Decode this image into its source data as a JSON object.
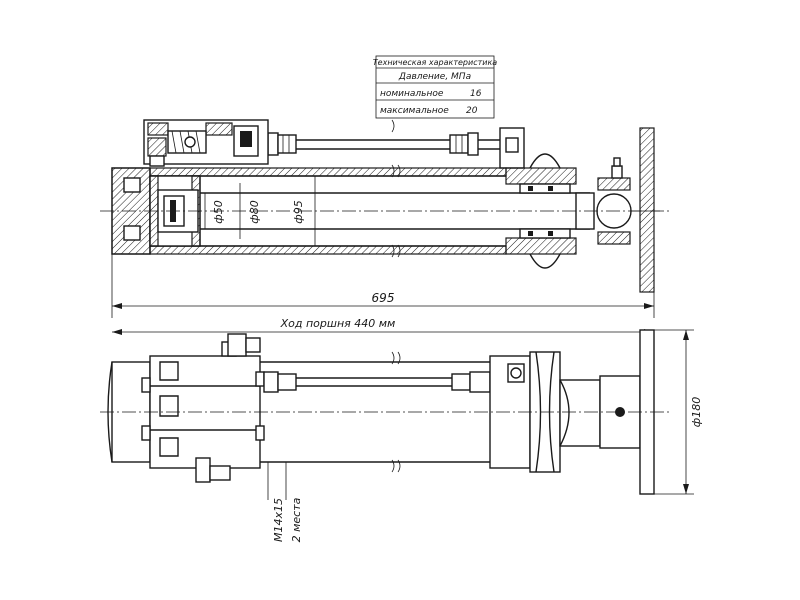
{
  "spec_table": {
    "title": "Техническая характеристика",
    "pressure_label": "Давление, МПа",
    "nominal_label": "номинальное",
    "nominal_value": "16",
    "max_label": "максимальное",
    "max_value": "20"
  },
  "dimensions": {
    "d50": "ф50",
    "d80": "ф80",
    "d95": "ф95",
    "length": "695",
    "stroke": "Ход поршня 440 мм",
    "d180": "ф180",
    "thread": "М14х15",
    "places": "2 места"
  }
}
